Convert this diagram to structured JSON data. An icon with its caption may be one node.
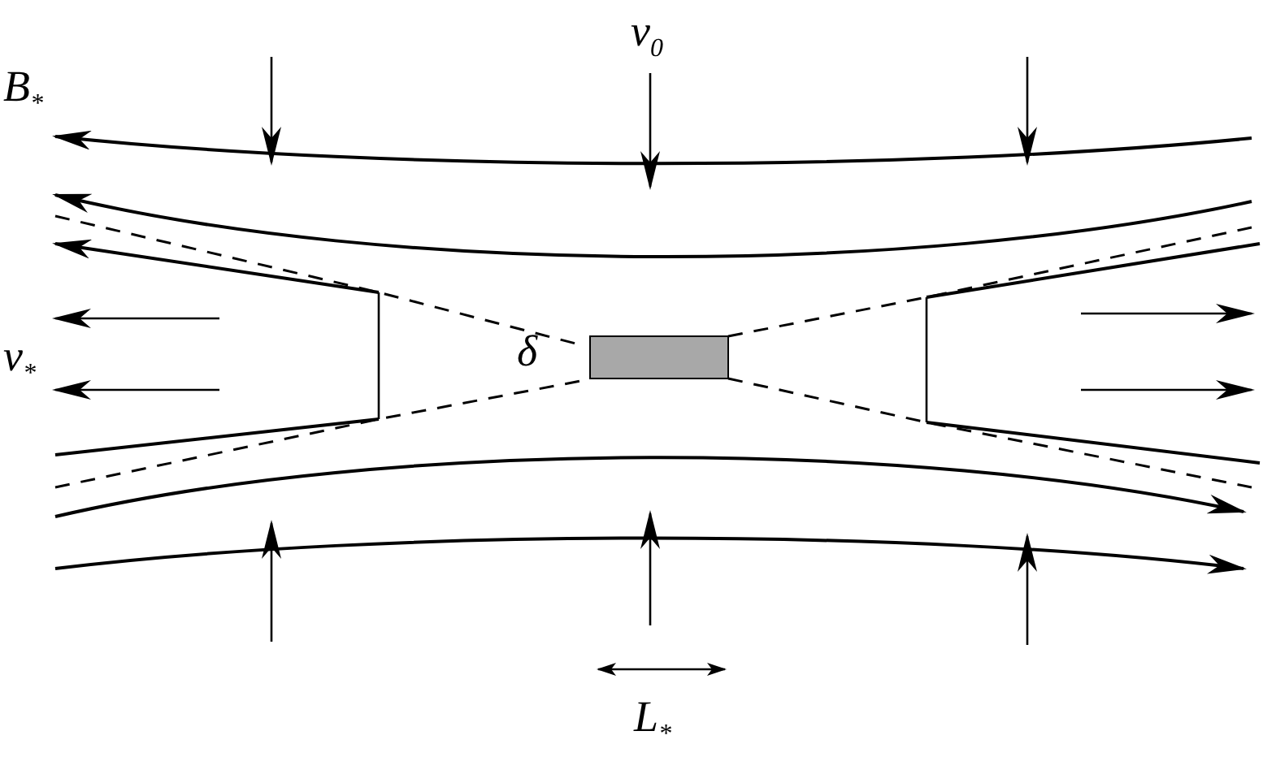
{
  "diagram": {
    "nodes": [
      {
        "text": [],
        "shape": "box"
      }
    ],
    "labels": [
      "B$_{*}$",
      "v$_{0}$",
      "v$_{*}$",
      "δ",
      "L$_{*}$"
    ]
  }
}
